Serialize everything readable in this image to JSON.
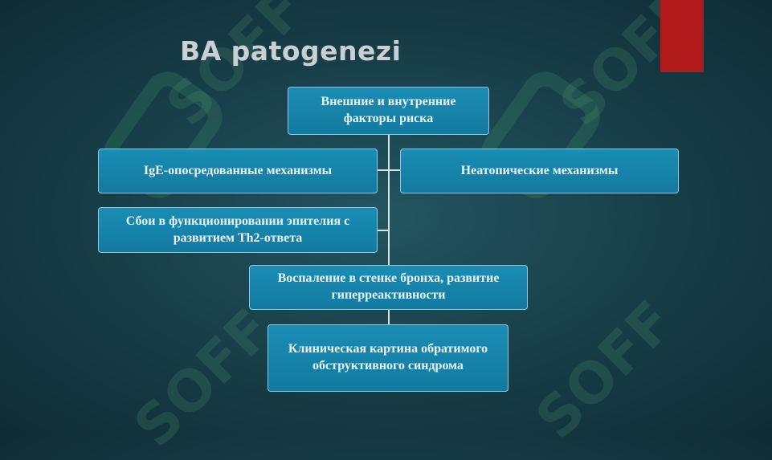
{
  "title": "BA patogenezi",
  "watermark": "SOFF",
  "nodes": {
    "risk_factors": "Внешние и внутренние факторы риска",
    "ige": "IgE-опосредованные механизмы",
    "non_atopic": "Неатопические механизмы",
    "epithelium": "Сбои в функционировании эпителия с развитием Th2-ответа",
    "inflammation": "Воспаление в стенке бронха, развитие гиперреактивности",
    "clinical": "Клиническая картина обратимого обструктивного синдрома"
  },
  "colors": {
    "box_fill": "#1a8db4",
    "box_border": "#8fc6db",
    "accent_bar": "#b01a1a",
    "background": "#173d47"
  }
}
